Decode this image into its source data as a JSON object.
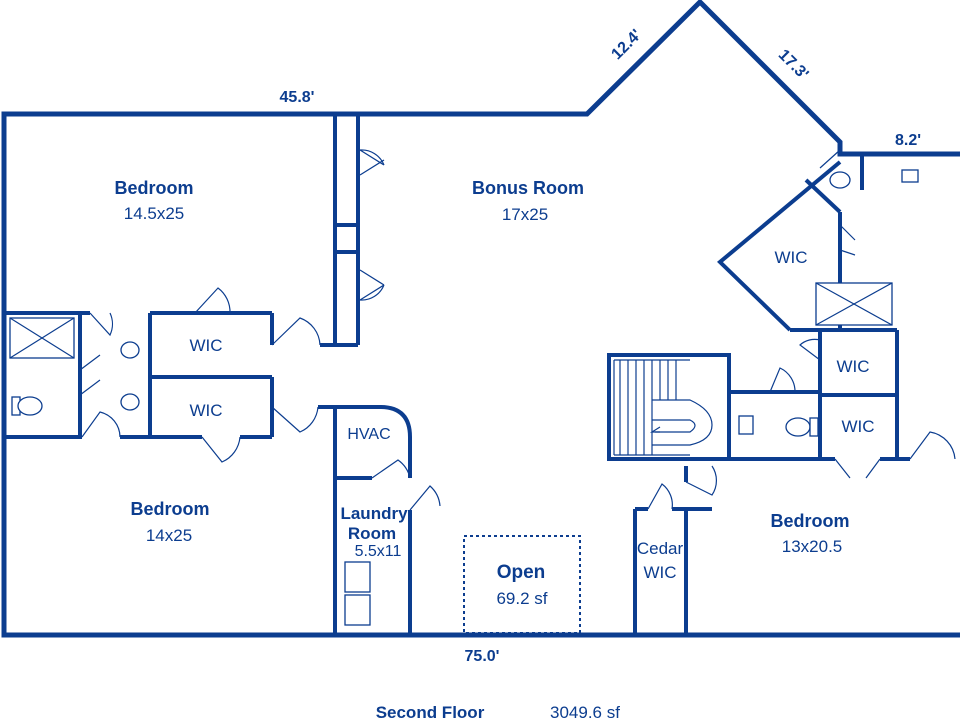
{
  "measurements": {
    "top": "45.8'",
    "diag_left": "12.4'",
    "diag_right": "17.3'",
    "right": "8.2'",
    "bottom": "75.0'"
  },
  "rooms": {
    "bedroom_nw": {
      "name": "Bedroom",
      "size": "14.5x25"
    },
    "bonus": {
      "name": "Bonus Room",
      "size": "17x25"
    },
    "wic_1": "WIC",
    "wic_2": "WIC",
    "wic_diag": "WIC",
    "wic_e1": "WIC",
    "wic_e2": "WIC",
    "hvac": "HVAC",
    "bedroom_sw": {
      "name": "Bedroom",
      "size": "14x25"
    },
    "laundry": {
      "line1": "Laundry",
      "line2": "Room",
      "size": "5.5x11"
    },
    "open": {
      "name": "Open",
      "size": "69.2 sf"
    },
    "cedar": {
      "line1": "Cedar",
      "line2": "WIC"
    },
    "bedroom_se": {
      "name": "Bedroom",
      "size": "13x20.5"
    }
  },
  "footer": {
    "label": "Second Floor",
    "area": "3049.6 sf"
  },
  "colors": {
    "wall": "#0c3d8f",
    "background": "#ffffff"
  }
}
